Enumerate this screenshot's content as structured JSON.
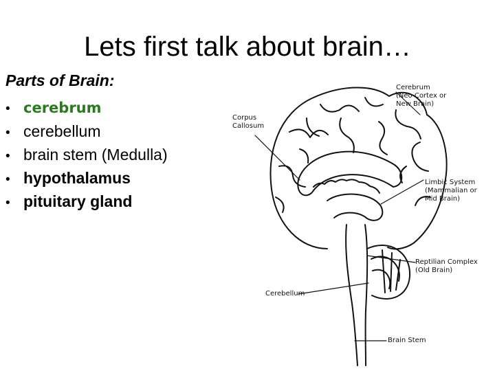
{
  "slide": {
    "title": "Lets first talk about brain…",
    "subtitle": "Parts of Brain:",
    "bullet_glyph": "•",
    "bullets": [
      {
        "text": "cerebrum",
        "extra": ""
      },
      {
        "text": "cerebellum",
        "extra": ""
      },
      {
        "text": "brain stem",
        "extra": " (Medulla)"
      },
      {
        "text": "hypothalamus",
        "extra": ""
      },
      {
        "text": "pituitary gland",
        "extra": ""
      }
    ],
    "accent_color": "#2a7a1e"
  },
  "diagram": {
    "labels": {
      "cerebrum": "Cerebrum\n(Neo Cortex or\nNew Brain)",
      "corpus": "Corpus\nCallosum",
      "limbic": "Limbic System\n(Mammalian or\nMid Brain)",
      "reptilian": "Reptilian Complex\n(Old Brain)",
      "cerebellum": "Cerebellum",
      "brainstem": "Brain Stem"
    }
  }
}
